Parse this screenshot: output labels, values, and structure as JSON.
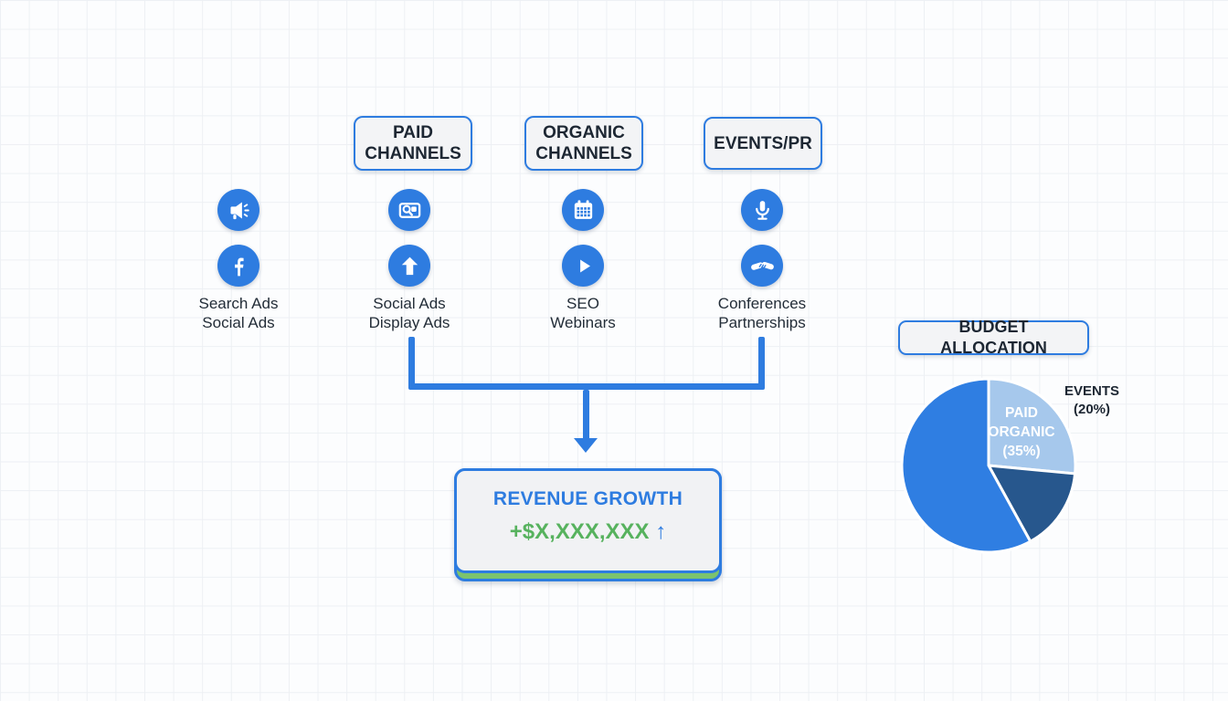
{
  "palette": {
    "accent_blue": "#2e7ce0",
    "dark_text": "#1d2733",
    "green_text": "#57b25e",
    "green_bar": "#7cc36e",
    "box_fill": "#f3f4f6",
    "pie_light": "#a6c8ec",
    "pie_dark": "#27578d",
    "pie_main": "#2f7ee2"
  },
  "headers": [
    {
      "label": "PAID CHANNELS"
    },
    {
      "label": "ORGANIC CHANNELS"
    },
    {
      "label": "EVENTS/PR"
    }
  ],
  "columns": [
    {
      "icons": [
        "megaphone-icon",
        "facebook-icon"
      ],
      "lines": [
        "Search Ads",
        "Social Ads"
      ]
    },
    {
      "icons": [
        "search-ad-icon",
        "arrow-up-icon"
      ],
      "lines": [
        "Social Ads",
        "Display Ads"
      ]
    },
    {
      "icons": [
        "calendar-icon",
        "play-icon"
      ],
      "lines": [
        "SEO",
        "Webinars"
      ]
    },
    {
      "icons": [
        "microphone-icon",
        "handshake-icon"
      ],
      "lines": [
        "Conferences",
        "Partnerships"
      ]
    }
  ],
  "revenue": {
    "title": "REVENUE GROWTH",
    "value": "+$X,XXX,XXX",
    "arrow": "↑"
  },
  "chart_data": {
    "type": "pie",
    "title": "BUDGET ALLOCATION",
    "direction": "clockwise",
    "start_angle_deg": 0,
    "legend": "none",
    "slices": [
      {
        "name": "paid-organic",
        "drawn_pct": 26.5,
        "color": "#a6c8ec",
        "label_text": "PAID ORGANIC (35%)"
      },
      {
        "name": "events",
        "drawn_pct": 15.5,
        "color": "#27578d",
        "label_text": "EVENTS (20%)"
      },
      {
        "name": "remainder",
        "drawn_pct": 58.0,
        "color": "#2f7ee2",
        "label_text": ""
      }
    ],
    "inner_label_lines": [
      "PAID",
      "ORGANIC",
      "(35%)"
    ],
    "outer_label_lines": [
      "EVENTS",
      "(20%)"
    ]
  }
}
